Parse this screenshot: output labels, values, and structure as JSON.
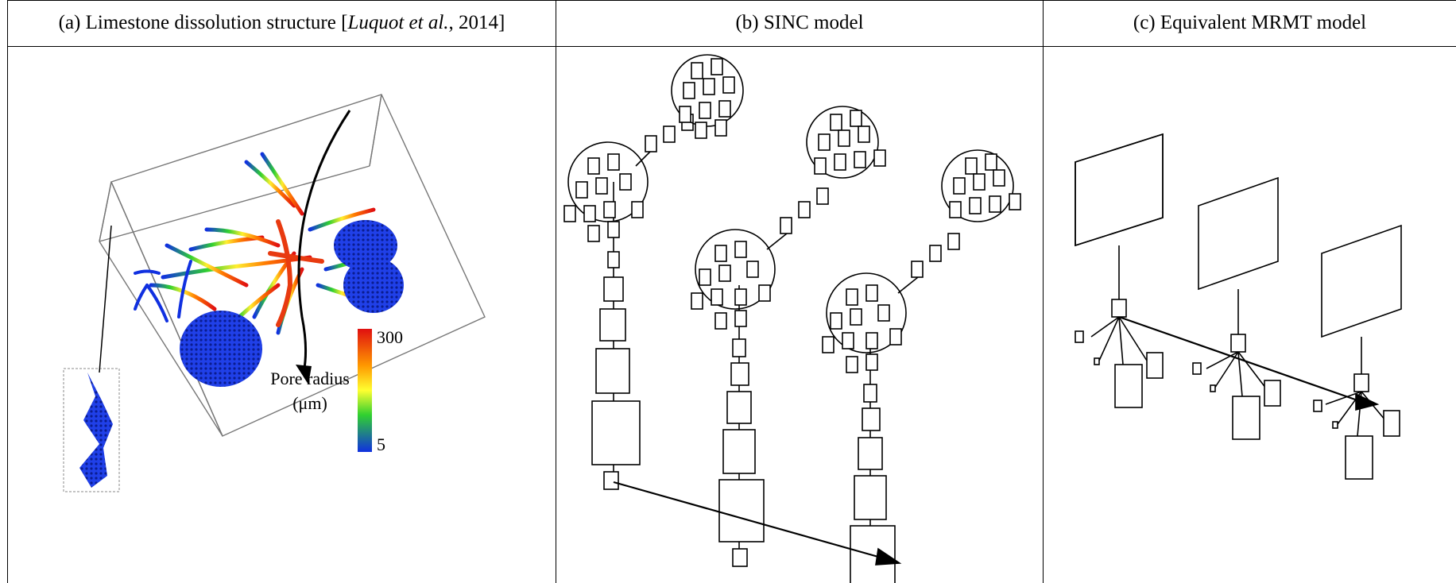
{
  "figure": {
    "panels": [
      {
        "header_prefix": "(a) Limestone dissolution structure [",
        "header_italic": "Luquot et al.",
        "header_suffix": ", 2014]",
        "colorbar": {
          "max_label": "300",
          "min_label": "5",
          "title_line1": "Pore radius",
          "title_line2": "(μm)"
        }
      },
      {
        "header": "(b) SINC model"
      },
      {
        "header": "(c) Equivalent MRMT model"
      }
    ],
    "colors": {
      "pore_low": "#1030e0",
      "pore_high": "#e01010",
      "line": "#000000"
    }
  }
}
